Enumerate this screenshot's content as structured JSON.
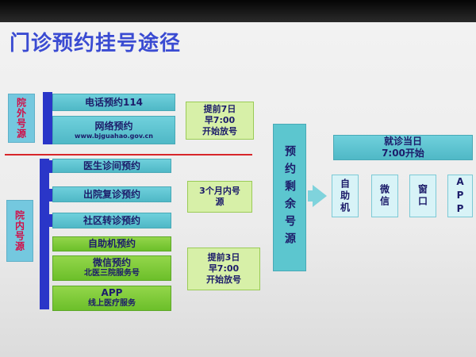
{
  "title": "门诊预约挂号途径",
  "outside": {
    "label": "院外号源",
    "items": [
      {
        "label": "电话预约114",
        "sub": ""
      },
      {
        "label": "网络预约",
        "sub": "www.bjguahao.gov.cn"
      }
    ],
    "note": [
      "提前7日",
      "早7:00",
      "开始放号"
    ]
  },
  "inside": {
    "label": "院内号源",
    "items_cyan": [
      {
        "label": "医生诊间预约"
      },
      {
        "label": "出院复诊预约"
      },
      {
        "label": "社区转诊预约"
      }
    ],
    "note_cyan": [
      "3个月内号",
      "源"
    ],
    "items_green": [
      {
        "label": "自助机预约",
        "sub": ""
      },
      {
        "label": "微信预约",
        "sub": "北医三院服务号"
      },
      {
        "label": "APP",
        "sub": "线上医疗服务"
      }
    ],
    "note_green": [
      "提前3日",
      "早7:00",
      "开始放号"
    ]
  },
  "center": {
    "label": "预约剩余号源"
  },
  "sameday": {
    "header": [
      "就诊当日",
      "7:00开始"
    ],
    "channels": [
      "自助机",
      "微信",
      "窗口",
      "APP"
    ]
  },
  "colors": {
    "title": "#3a4bd2",
    "bar": "#2a36c8",
    "divider": "#d8262a",
    "cyan": "#5cc6cf",
    "green": "#7dc93a"
  }
}
